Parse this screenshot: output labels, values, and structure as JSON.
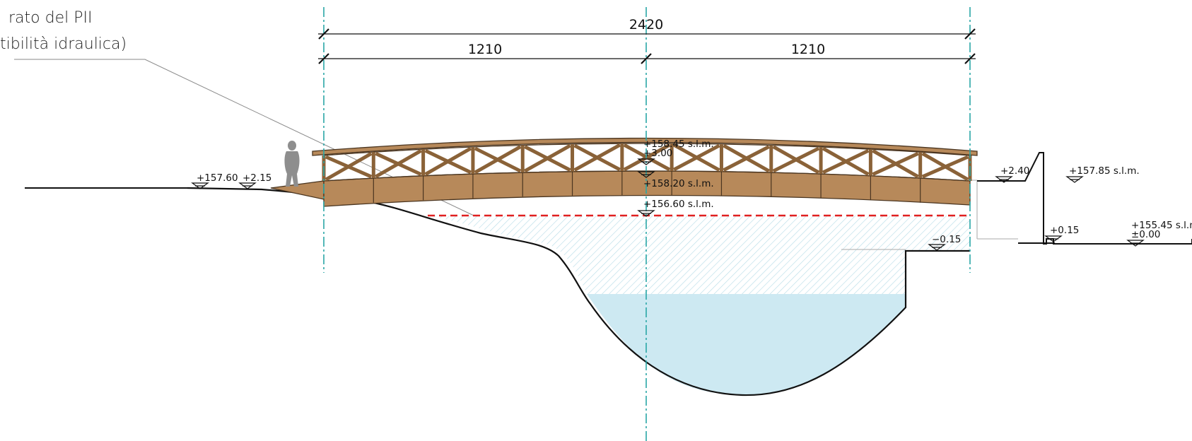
{
  "note": {
    "line1": "rato del PII",
    "line2": "tibilità idraulica)"
  },
  "dimensions": {
    "total": "2420",
    "left_half": "1210",
    "right_half": "1210"
  },
  "levels": {
    "left_bank_slm": "+157.60",
    "left_bank_rel": "+2.15",
    "deck_top": "+158.45 s.l.m.",
    "deck_top_rel": "+3.00",
    "deck_bottom": "+158.20 s.l.m.",
    "water_level": "+156.60 s.l.m.",
    "right_wall_rel": "+2.40",
    "right_top_slm": "+157.85 s.l.m.",
    "right_low_rel": "+0.15",
    "right_ground_slm": "+155.45 s.l.m.",
    "right_ground_rel": "±0.00",
    "channel_step": "−0.15"
  },
  "colors": {
    "timber": "#b7895a",
    "timber_stroke": "#4a3520",
    "water": "#cde9f2",
    "hatch": "#b9dde8",
    "axis": "#2aa7a7",
    "flood_line": "#e02020"
  }
}
